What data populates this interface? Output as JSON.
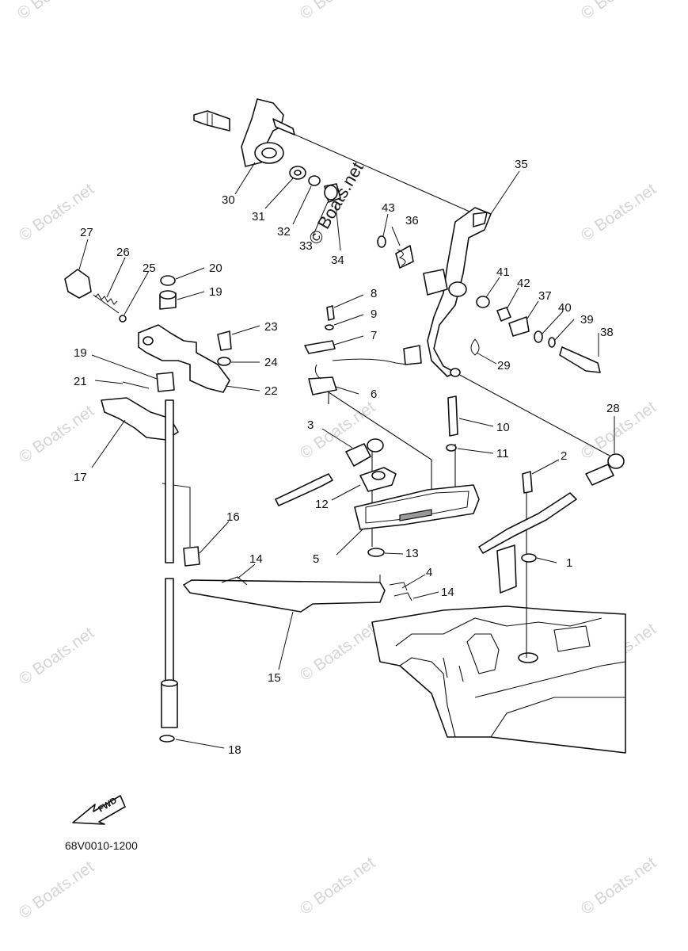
{
  "watermark": "© Boats.net",
  "watermark_center": "© Boats.net",
  "diagram_code": "68V0010-1200",
  "fwd_label": "FWD",
  "callouts": [
    "1",
    "2",
    "3",
    "4",
    "5",
    "6",
    "7",
    "8",
    "9",
    "10",
    "11",
    "12",
    "13",
    "14",
    "14",
    "15",
    "16",
    "17",
    "18",
    "19",
    "19",
    "20",
    "21",
    "22",
    "23",
    "24",
    "25",
    "26",
    "27",
    "28",
    "29",
    "30",
    "31",
    "32",
    "33",
    "34",
    "35",
    "36",
    "37",
    "38",
    "39",
    "40",
    "41",
    "42",
    "43"
  ]
}
